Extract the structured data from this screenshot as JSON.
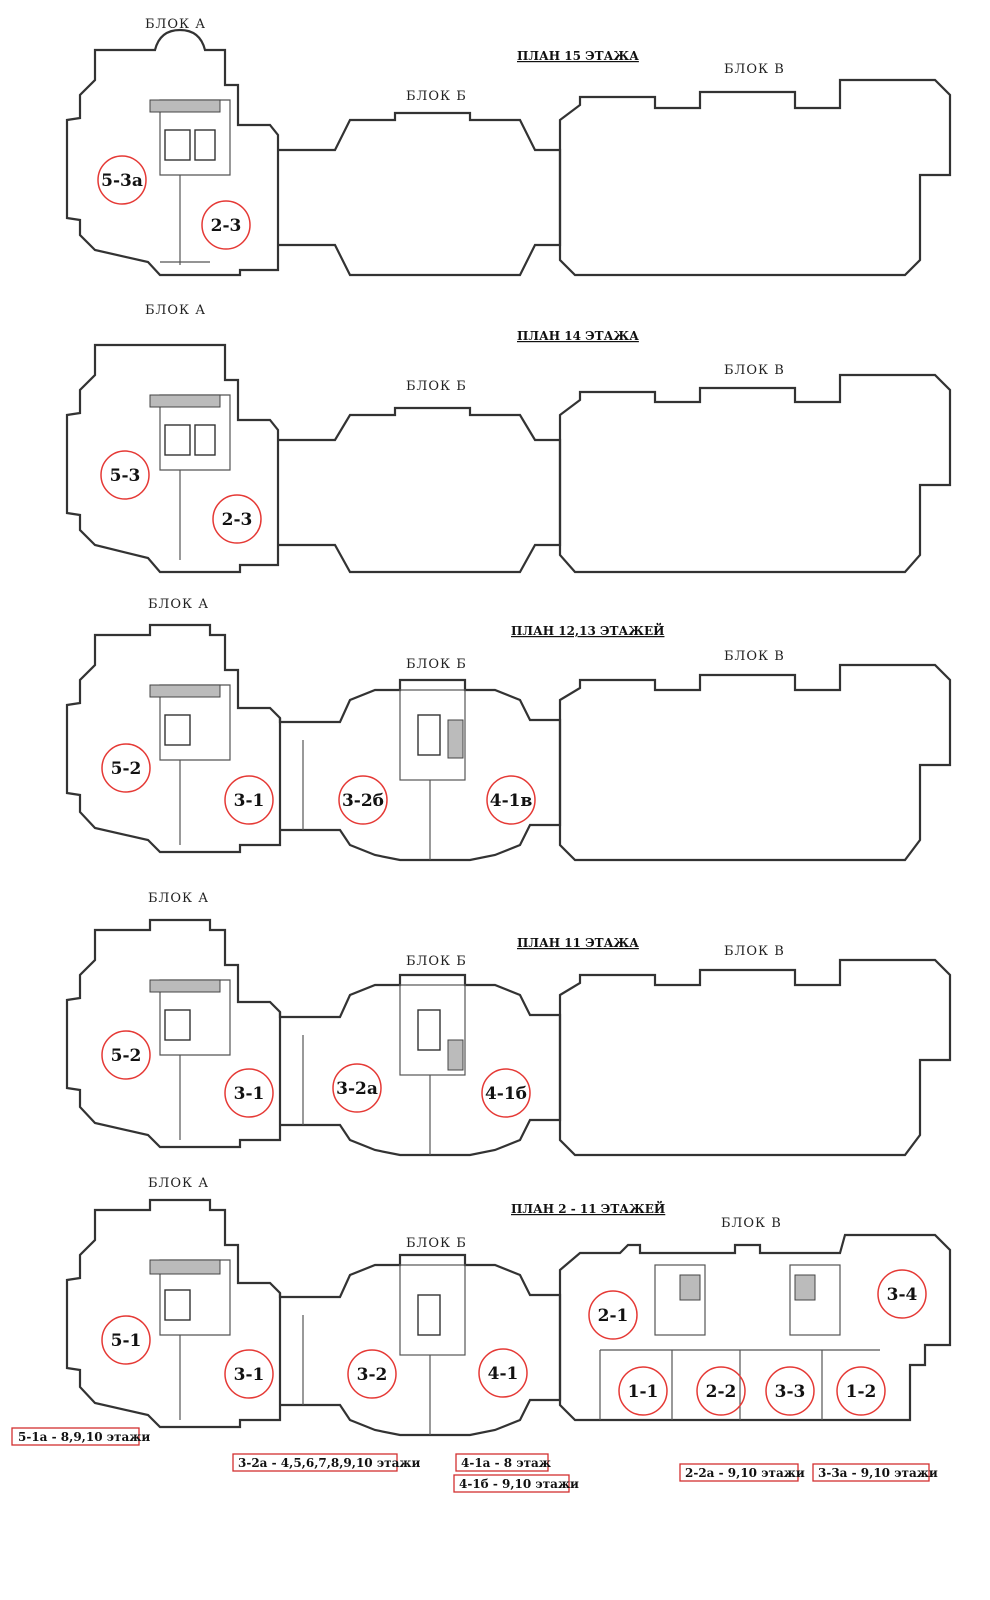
{
  "plans": [
    {
      "title": "ПЛАН 15 ЭТАЖА",
      "block_a": "БЛОК  А",
      "block_b": "БЛОК  Б",
      "block_v": "БЛОК  В",
      "apartments": [
        "5-3а",
        "2-3"
      ]
    },
    {
      "title": "ПЛАН 14 ЭТАЖА",
      "block_a": "БЛОК  А",
      "block_b": "БЛОК  Б",
      "block_v": "БЛОК  В",
      "apartments": [
        "5-3",
        "2-3"
      ]
    },
    {
      "title": "ПЛАН 12,13 ЭТАЖЕЙ",
      "block_a": "БЛОК  А",
      "block_b": "БЛОК  Б",
      "block_v": "БЛОК  В",
      "apartments": [
        "5-2",
        "3-1",
        "3-2б",
        "4-1в"
      ]
    },
    {
      "title": "ПЛАН 11 ЭТАЖА",
      "block_a": "БЛОК  А",
      "block_b": "БЛОК  Б",
      "block_v": "БЛОК  В",
      "apartments": [
        "5-2",
        "3-1",
        "3-2а",
        "4-1б"
      ]
    },
    {
      "title": "ПЛАН 2 - 11 ЭТАЖЕЙ",
      "block_a": "БЛОК  А",
      "block_b": "БЛОК  Б",
      "block_v": "БЛОК  В",
      "apartments": [
        "5-1",
        "3-1",
        "3-2",
        "4-1",
        "2-1",
        "3-4",
        "1-1",
        "2-2",
        "3-3",
        "1-2"
      ]
    }
  ],
  "notes": [
    "5-1а  -  8,9,10  этажи",
    "3-2а  -  4,5,6,7,8,9,10  этажи",
    "4-1а   -  8  этаж",
    "4-1б   -  9,10  этажи",
    "2-2а   -  9,10  этажи",
    "3-3а   -  9,10  этажи"
  ],
  "colors": {
    "accent": "#e53935",
    "wall": "#333333"
  }
}
